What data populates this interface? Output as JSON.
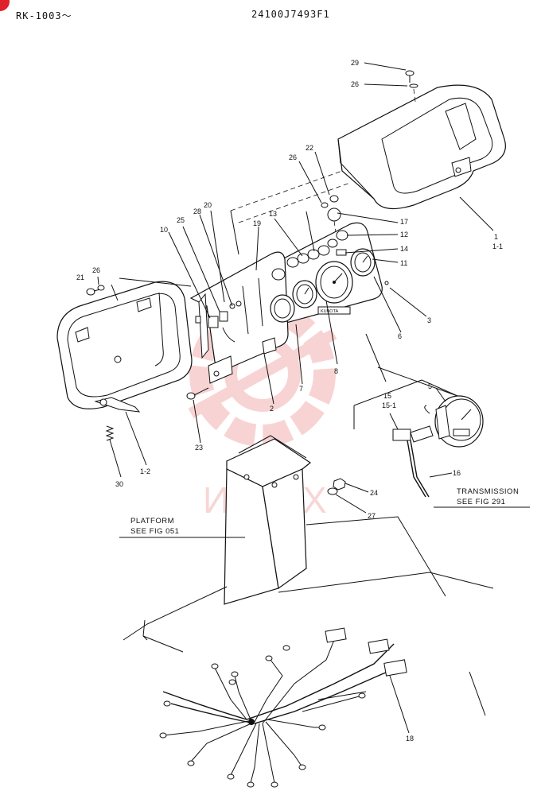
{
  "header": {
    "model_code": "RK-1003～",
    "drawing_number": "24100J7493F1"
  },
  "watermark": {
    "text": "ИНТЕХ",
    "color": "#e03a3a"
  },
  "badge_color": "#e0202a",
  "gauge_label": "KUBOTA",
  "callouts": {
    "c29": "29",
    "c26a": "26",
    "c22": "22",
    "c26b": "26",
    "c13": "13",
    "c20": "20",
    "c28": "28",
    "c25": "25",
    "c10": "10",
    "c19": "19",
    "c17": "17",
    "c12": "12",
    "c14": "14",
    "c11": "11",
    "c1": "1",
    "c1_1": "1-1",
    "c3": "3",
    "c6": "6",
    "c26c": "26",
    "c21": "21",
    "c8": "8",
    "c7": "7",
    "c2": "2",
    "c5": "5",
    "c15": "15",
    "c15_1": "15-1",
    "c23": "23",
    "c30": "30",
    "c1_2": "1-2",
    "c16": "16",
    "c24": "24",
    "c27": "27",
    "c18": "18"
  },
  "notes": {
    "transmission_title": "TRANSMISSION",
    "transmission_ref": "SEE FIG 291",
    "platform_title": "PLATFORM",
    "platform_ref": "SEE FIG 051"
  }
}
